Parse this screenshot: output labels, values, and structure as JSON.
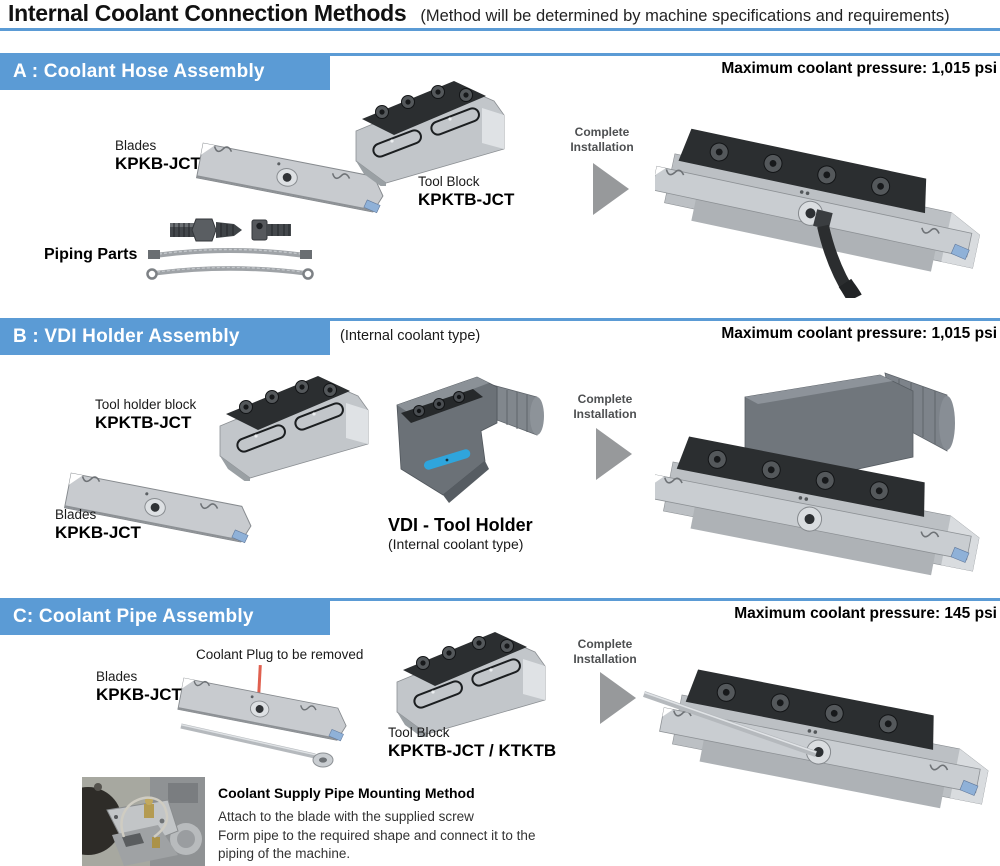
{
  "title": {
    "main": "Internal Coolant Connection Methods",
    "sub": "(Method will be determined by machine specifications and requirements)"
  },
  "shared": {
    "complete_line1": "Complete",
    "complete_line2": "Installation"
  },
  "section_a": {
    "heading": "A : Coolant Hose Assembly",
    "pressure": "Maximum coolant pressure: 1,015 psi",
    "blades_label": "Blades",
    "blades_model": "KPKB-JCT",
    "tool_block_label": "Tool Block",
    "tool_block_model": "KPKTB-JCT",
    "piping_parts_label": "Piping Parts"
  },
  "section_b": {
    "heading": "B : VDI Holder Assembly",
    "heading_note": "(Internal coolant type)",
    "pressure": "Maximum coolant pressure: 1,015 psi",
    "tool_holder_block_label": "Tool holder block",
    "tool_holder_block_model": "KPKTB-JCT",
    "blades_label": "Blades",
    "blades_model": "KPKB-JCT",
    "vdi_label": "VDI - Tool Holder",
    "vdi_note": "(Internal coolant type)"
  },
  "section_c": {
    "heading": "C: Coolant Pipe Assembly",
    "pressure": "Maximum coolant pressure: 145 psi",
    "plug_note": "Coolant Plug to be removed",
    "blades_label": "Blades",
    "blades_model": "KPKB-JCT",
    "tool_block_label": "Tool Block",
    "tool_block_model": "KPKTB-JCT / KTKTB",
    "mounting_heading": "Coolant Supply Pipe Mounting Method",
    "mounting_line1": "Attach to the blade with the supplied screw",
    "mounting_line2": "Form pipe to the required shape and connect it to the",
    "mounting_line3": "piping of the machine."
  },
  "colors": {
    "accent_blue": "#5B9BD5",
    "arrow_gray": "#97999B",
    "annotation_red": "#E0604F",
    "insert_blue": "#8FB1D8"
  }
}
